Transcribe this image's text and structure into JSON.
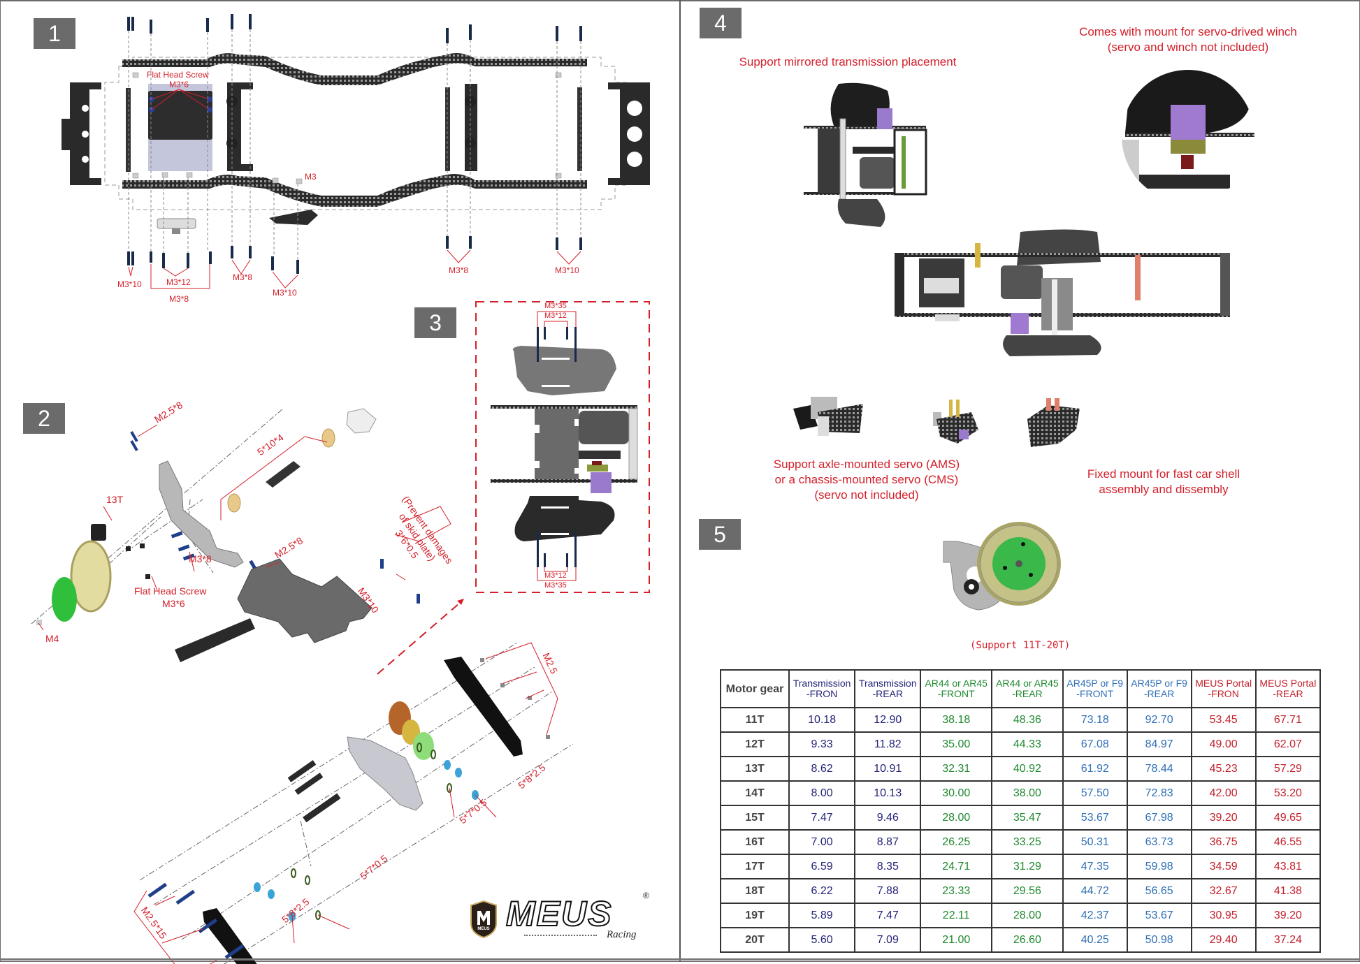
{
  "document": {
    "brand": "MEUS",
    "brand_sub": "Racing",
    "brand_mark": "®",
    "shield_text": "MEUS"
  },
  "steps": [
    {
      "number": "1"
    },
    {
      "number": "2"
    },
    {
      "number": "3"
    },
    {
      "number": "4"
    },
    {
      "number": "5"
    }
  ],
  "step1": {
    "labels": {
      "flat_head_screw": "Flat Head Screw",
      "m3x6": "M3*6",
      "m3": "M3",
      "m3x10_left": "M3*10",
      "m3x12": "M3*12",
      "m3x8_bracket": "M3*8",
      "m3x8_mid": "M3*8",
      "m3x10_mid": "M3*10",
      "m3x8_right": "M3*8",
      "m3x10_right": "M3*10"
    }
  },
  "step2": {
    "labels": {
      "m25x8_top": "M2.5*8",
      "bearing_5x10x4": "5*10*4",
      "pinion_13t": "13T",
      "m3x8": "M3*8",
      "m25x8_mid": "M2.5*8",
      "flat_head_screw": "Flat Head Screw",
      "m3x6": "M3*6",
      "m4": "M4",
      "prevent_line1": "(Prevent damages",
      "prevent_line2": "of skid plate)",
      "washer_3x6x05": "3*6*0.5",
      "m3x10": "M3*10",
      "m25": "M2.5",
      "bearing_5x8x25_right": "5*8*2.5",
      "oring_5x7x05_right": "5*7*0.5",
      "oring_5x7x05_left": "5*7*0.5",
      "bearing_5x8x25_left": "5*8*2.5",
      "m25x15": "M2.5*15"
    }
  },
  "step3": {
    "labels": {
      "top_m3x35": "M3*35",
      "top_m3x12": "M3*12",
      "bottom_m3x12": "M3*12",
      "bottom_m3x35": "M3*35"
    }
  },
  "step4": {
    "captions": {
      "mirrored": "Support mirrored transmission placement",
      "winch_line1": "Comes with mount for servo-drived winch",
      "winch_line2": "(servo and winch not included)",
      "servo_line1": "Support axle-mounted servo (AMS)",
      "servo_line2": "or a chassis-mounted servo (CMS)",
      "servo_line3": "(servo not included)",
      "shell_line1": "Fixed mount for fast car shell",
      "shell_line2": "assembly and dissembly"
    }
  },
  "step5": {
    "support_note": "(Support 11T-20T)",
    "colors": {
      "transmission": "#23237a",
      "ar44": "#1f8a2e",
      "ar45p": "#2e6fb5",
      "meus_portal": "#c3202b"
    },
    "table": {
      "headers": [
        {
          "line1": "Motor gear",
          "line2": ""
        },
        {
          "line1": "Transmission",
          "line2": "-FRON"
        },
        {
          "line1": "Transmission",
          "line2": "-REAR"
        },
        {
          "line1": "AR44 or AR45",
          "line2": "-FRONT"
        },
        {
          "line1": "AR44 or AR45",
          "line2": "-REAR"
        },
        {
          "line1": "AR45P or F9",
          "line2": "-FRONT"
        },
        {
          "line1": "AR45P or F9",
          "line2": "-REAR"
        },
        {
          "line1": "MEUS Portal",
          "line2": "-FRON"
        },
        {
          "line1": "MEUS Portal",
          "line2": "-REAR"
        }
      ],
      "rows": [
        [
          "11T",
          "10.18",
          "12.90",
          "38.18",
          "48.36",
          "73.18",
          "92.70",
          "53.45",
          "67.71"
        ],
        [
          "12T",
          "9.33",
          "11.82",
          "35.00",
          "44.33",
          "67.08",
          "84.97",
          "49.00",
          "62.07"
        ],
        [
          "13T",
          "8.62",
          "10.91",
          "32.31",
          "40.92",
          "61.92",
          "78.44",
          "45.23",
          "57.29"
        ],
        [
          "14T",
          "8.00",
          "10.13",
          "30.00",
          "38.00",
          "57.50",
          "72.83",
          "42.00",
          "53.20"
        ],
        [
          "15T",
          "7.47",
          "9.46",
          "28.00",
          "35.47",
          "53.67",
          "67.98",
          "39.20",
          "49.65"
        ],
        [
          "16T",
          "7.00",
          "8.87",
          "26.25",
          "33.25",
          "50.31",
          "63.73",
          "36.75",
          "46.55"
        ],
        [
          "17T",
          "6.59",
          "8.35",
          "24.71",
          "31.29",
          "47.35",
          "59.98",
          "34.59",
          "43.81"
        ],
        [
          "18T",
          "6.22",
          "7.88",
          "23.33",
          "29.56",
          "44.72",
          "56.65",
          "32.67",
          "41.38"
        ],
        [
          "19T",
          "5.89",
          "7.47",
          "22.11",
          "28.00",
          "42.37",
          "53.67",
          "30.95",
          "39.20"
        ],
        [
          "20T",
          "5.60",
          "7.09",
          "21.00",
          "26.60",
          "40.25",
          "50.98",
          "29.40",
          "37.24"
        ]
      ]
    }
  }
}
